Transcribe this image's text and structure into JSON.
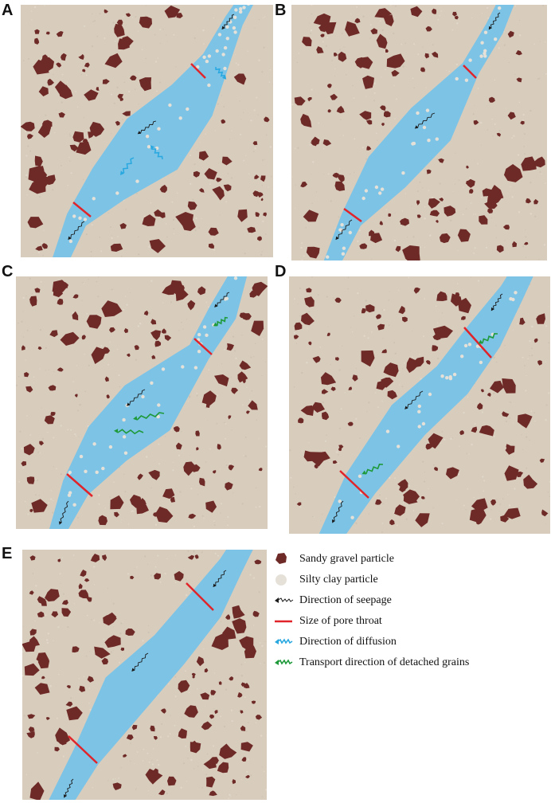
{
  "panels": [
    {
      "label": "A",
      "stage": "diffusion"
    },
    {
      "label": "B",
      "stage": "diffusion-complete"
    },
    {
      "label": "C",
      "stage": "transport"
    },
    {
      "label": "D",
      "stage": "transport-late"
    },
    {
      "label": "E",
      "stage": "clear-channel"
    }
  ],
  "legend": [
    {
      "label": "Sandy gravel particle",
      "symbol": "sandy-gravel-icon",
      "color": "#6e2a27"
    },
    {
      "label": "Silty clay particle",
      "symbol": "silty-clay-icon",
      "color": "#e5e1d8"
    },
    {
      "label": "Direction of seepage",
      "symbol": "seepage-arrow-icon",
      "color": "#1a1a1a"
    },
    {
      "label": "Size of pore throat",
      "symbol": "pore-throat-line-icon",
      "color": "#e0242a"
    },
    {
      "label": "Direction of diffusion",
      "symbol": "diffusion-arrow-icon",
      "color": "#29a8e0"
    },
    {
      "label": "Transport direction of detached grains",
      "symbol": "transport-arrow-icon",
      "color": "#1f9a3a"
    }
  ],
  "colors": {
    "soil": "#d8cdbd",
    "water": "#7cc3e6",
    "gravel": "#6e2a27",
    "clay": "#e5e1d8",
    "throat": "#e0242a",
    "diffusion": "#29a8e0",
    "transport": "#1f9a3a",
    "seepage": "#1a1a1a"
  }
}
